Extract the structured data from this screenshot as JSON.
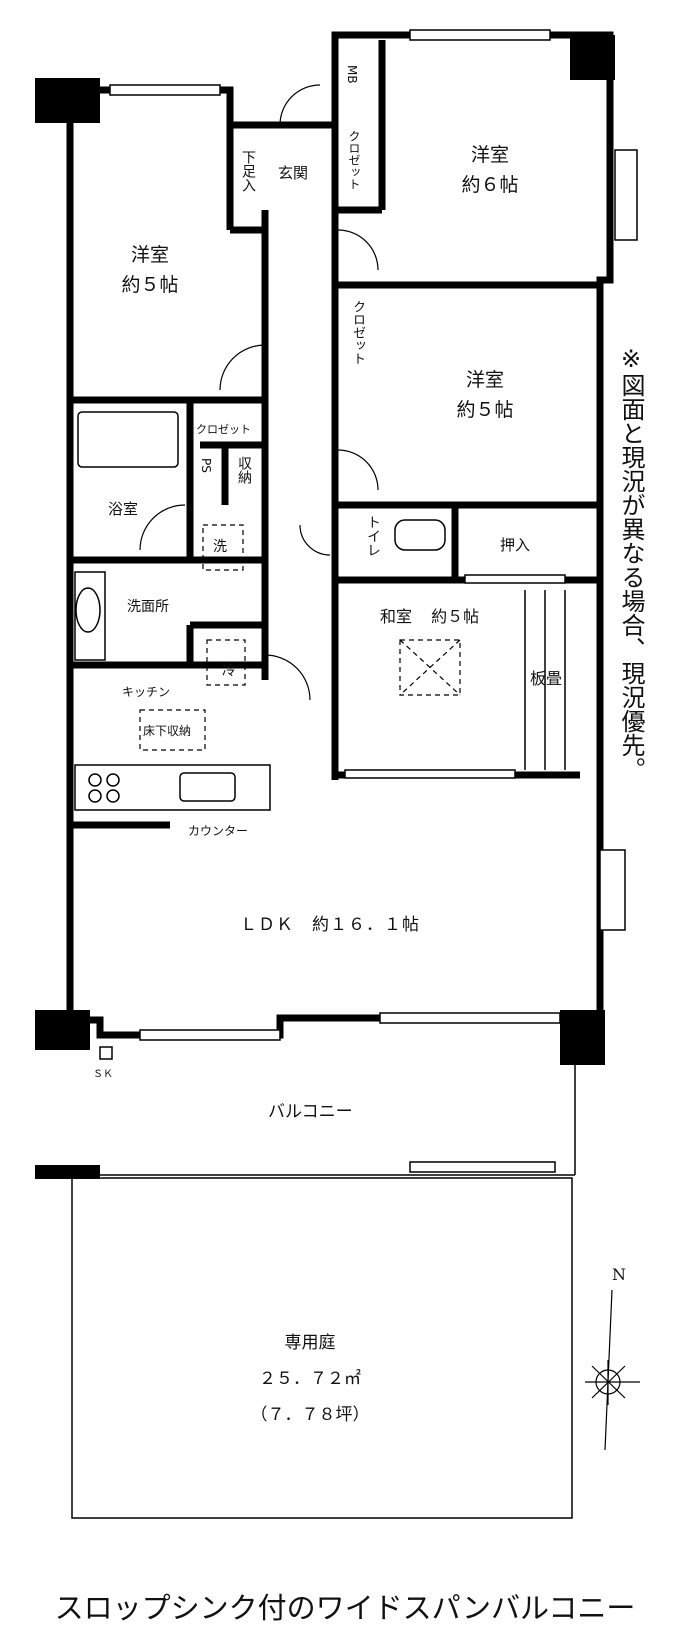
{
  "rooms": {
    "western_6": {
      "name": "洋室",
      "size": "約６帖"
    },
    "western_5_left": {
      "name": "洋室",
      "size": "約５帖"
    },
    "western_5_right": {
      "name": "洋室",
      "size": "約５帖"
    },
    "genkan": "玄関",
    "shitabako": "下足入",
    "mb": "MB",
    "closet_top": "クロゼット",
    "closet_mid": "クロゼット",
    "closet_small": "クロゼット",
    "ps": "PS",
    "storage": "収納",
    "bath": "浴室",
    "washroom": "洗面所",
    "washer": "洗",
    "fridge": "冷",
    "kitchen": "キッチン",
    "underfloor": "床下収納",
    "counter": "カウンター",
    "toilet": "トイレ",
    "oshiire": "押入",
    "japanese": {
      "name": "和室",
      "size": "約５帖"
    },
    "itatatami": "板畳",
    "ldk": "ＬＤＫ　約１６．１帖",
    "sk": "ＳＫ",
    "balcony": "バルコニー",
    "garden": {
      "name": "専用庭",
      "area_m2": "２５．７２㎡",
      "area_tsubo": "（７．７８坪）"
    }
  },
  "note": "※図面と現況が異なる場合、現況優先。",
  "compass": "N",
  "caption": "スロップシンク付のワイドスパンバルコニー"
}
